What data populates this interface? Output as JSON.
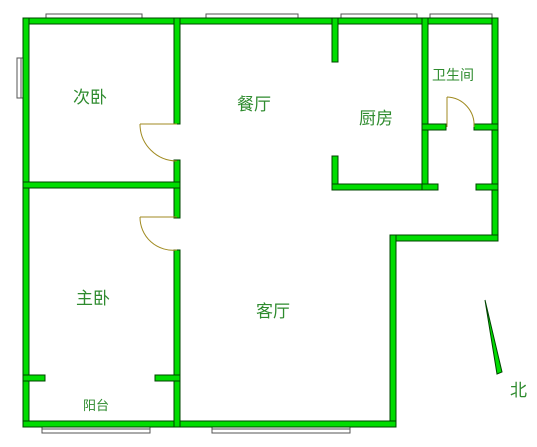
{
  "rooms": {
    "second_bedroom": "次卧",
    "dining_room": "餐厅",
    "kitchen": "厨房",
    "bathroom": "卫生间",
    "master_bedroom": "主卧",
    "living_room": "客厅",
    "balcony": "阳台"
  },
  "compass": {
    "label": "北"
  },
  "colors": {
    "wall": "#00dd00",
    "wall_outline": "#004400",
    "text": "#2e8b2e",
    "door": "#a08a20",
    "window": "#555555"
  }
}
